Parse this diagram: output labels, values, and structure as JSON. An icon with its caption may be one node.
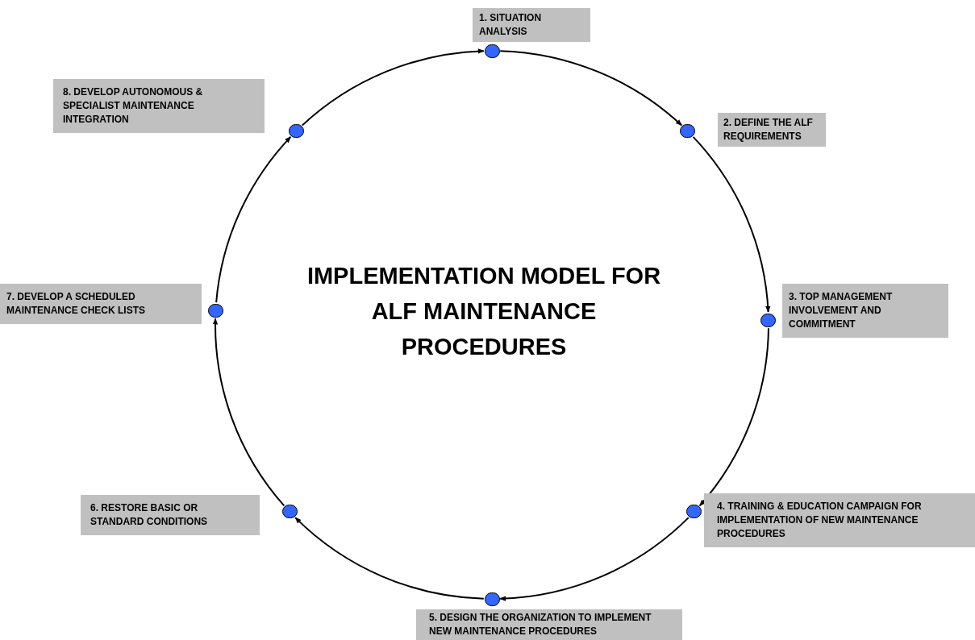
{
  "diagram": {
    "title": "IMPLEMENTATION MODEL FOR ALF MAINTENANCE PROCEDURES",
    "nodes": [
      {
        "text": [
          "1. SITUATION ANALYSIS"
        ]
      },
      {
        "text": [
          "2. DEFINE THE ALF REQUIREMENTS"
        ]
      },
      {
        "text": [
          "3. TOP MANAGEMENT INVOLVEMENT AND COMMITMENT"
        ]
      },
      {
        "text": [
          "4. TRAINING & EDUCATION CAMPAIGN FOR IMPLEMENTATION OF NEW MAINTENANCE PROCEDURES"
        ]
      },
      {
        "text": [
          "5. DESIGN THE ORGANIZATION TO IMPLEMENT NEW MAINTENANCE PROCEDURES"
        ]
      },
      {
        "text": [
          "6. RESTORE BASIC OR STANDARD CONDITIONS"
        ]
      },
      {
        "text": [
          "7. DEVELOP A SCHEDULED MAINTENANCE CHECK LISTS"
        ]
      },
      {
        "text": [
          "8. DEVELOP AUTONOMOUS & SPECIALIST MAINTENANCE INTEGRATION"
        ]
      },
      {
        "text": [],
        "shape": "circle"
      },
      {
        "text": [],
        "shape": "circle"
      },
      {
        "text": [],
        "shape": "circle"
      },
      {
        "text": [],
        "shape": "circle"
      },
      {
        "text": [],
        "shape": "circle"
      },
      {
        "text": [],
        "shape": "circle"
      },
      {
        "text": [],
        "shape": "circle"
      },
      {
        "text": [],
        "shape": "circle"
      }
    ],
    "edges": [
      {
        "from": 8,
        "to": 9,
        "arrow": "to"
      },
      {
        "from": 9,
        "to": 10,
        "arrow": "to"
      },
      {
        "from": 10,
        "to": 11,
        "arrow": "to"
      },
      {
        "from": 11,
        "to": 12,
        "arrow": "to"
      },
      {
        "from": 12,
        "to": 13,
        "arrow": "to"
      },
      {
        "from": 13,
        "to": 14,
        "arrow": "to"
      },
      {
        "from": 14,
        "to": 15,
        "arrow": "to"
      },
      {
        "from": 15,
        "to": 8,
        "arrow": "to"
      }
    ]
  }
}
